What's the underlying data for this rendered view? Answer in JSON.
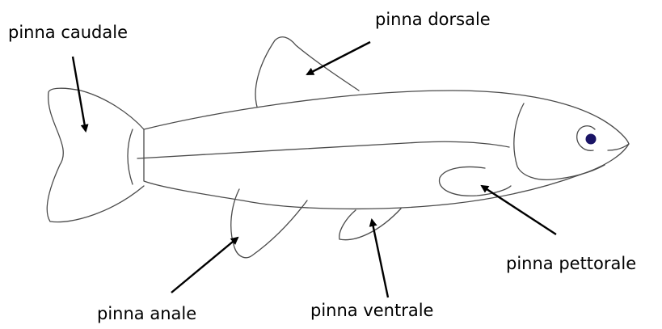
{
  "labels": {
    "caudal": "pinna caudale",
    "dorsal": "pinna dorsale",
    "pectoral": "pinna pettorale",
    "anal": "pinna anale",
    "ventral": "pinna ventrale"
  },
  "colors": {
    "outline": "#4a4a4a",
    "arrow": "#000000",
    "eye": "#1a1466",
    "background": "#ffffff"
  }
}
